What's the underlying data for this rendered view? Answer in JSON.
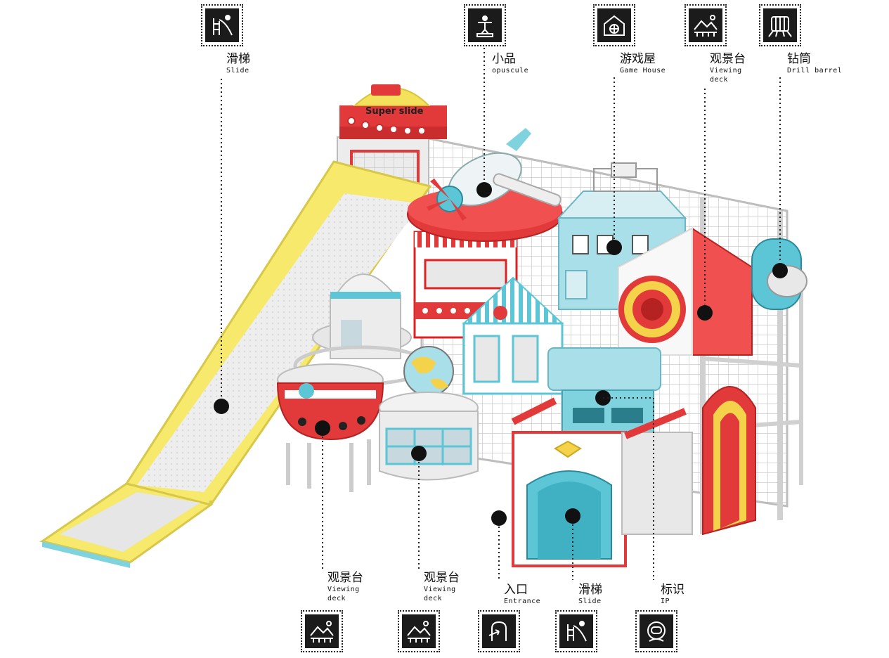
{
  "scene": {
    "sign_text": "Super slide"
  },
  "top_callouts": [
    {
      "id": "slide-top",
      "zh": "滑梯",
      "en": "Slide",
      "icon": "slide-icon"
    },
    {
      "id": "opuscule",
      "zh": "小品",
      "en": "opuscule",
      "icon": "person-on-platform-icon"
    },
    {
      "id": "game-house",
      "zh": "游戏屋",
      "en": "Game House",
      "icon": "house-ball-icon"
    },
    {
      "id": "viewing-deck-top",
      "zh": "观景台",
      "en_line1": "Viewing",
      "en_line2": "deck",
      "icon": "viewing-deck-icon"
    },
    {
      "id": "drill-barrel",
      "zh": "钻筒",
      "en": "Drill barrel",
      "icon": "drill-barrel-icon"
    }
  ],
  "bottom_callouts": [
    {
      "id": "viewing-deck-b1",
      "zh": "观景台",
      "en_line1": "Viewing",
      "en_line2": "deck",
      "icon": "viewing-deck-icon"
    },
    {
      "id": "viewing-deck-b2",
      "zh": "观景台",
      "en_line1": "Viewing",
      "en_line2": "deck",
      "icon": "viewing-deck-icon"
    },
    {
      "id": "entrance",
      "zh": "入口",
      "en": "Entrance",
      "icon": "entrance-arrow-icon"
    },
    {
      "id": "slide-bottom",
      "zh": "滑梯",
      "en": "Slide",
      "icon": "slide-icon"
    },
    {
      "id": "ip",
      "zh": "标识",
      "en": "IP",
      "icon": "astronaut-head-icon"
    }
  ]
}
